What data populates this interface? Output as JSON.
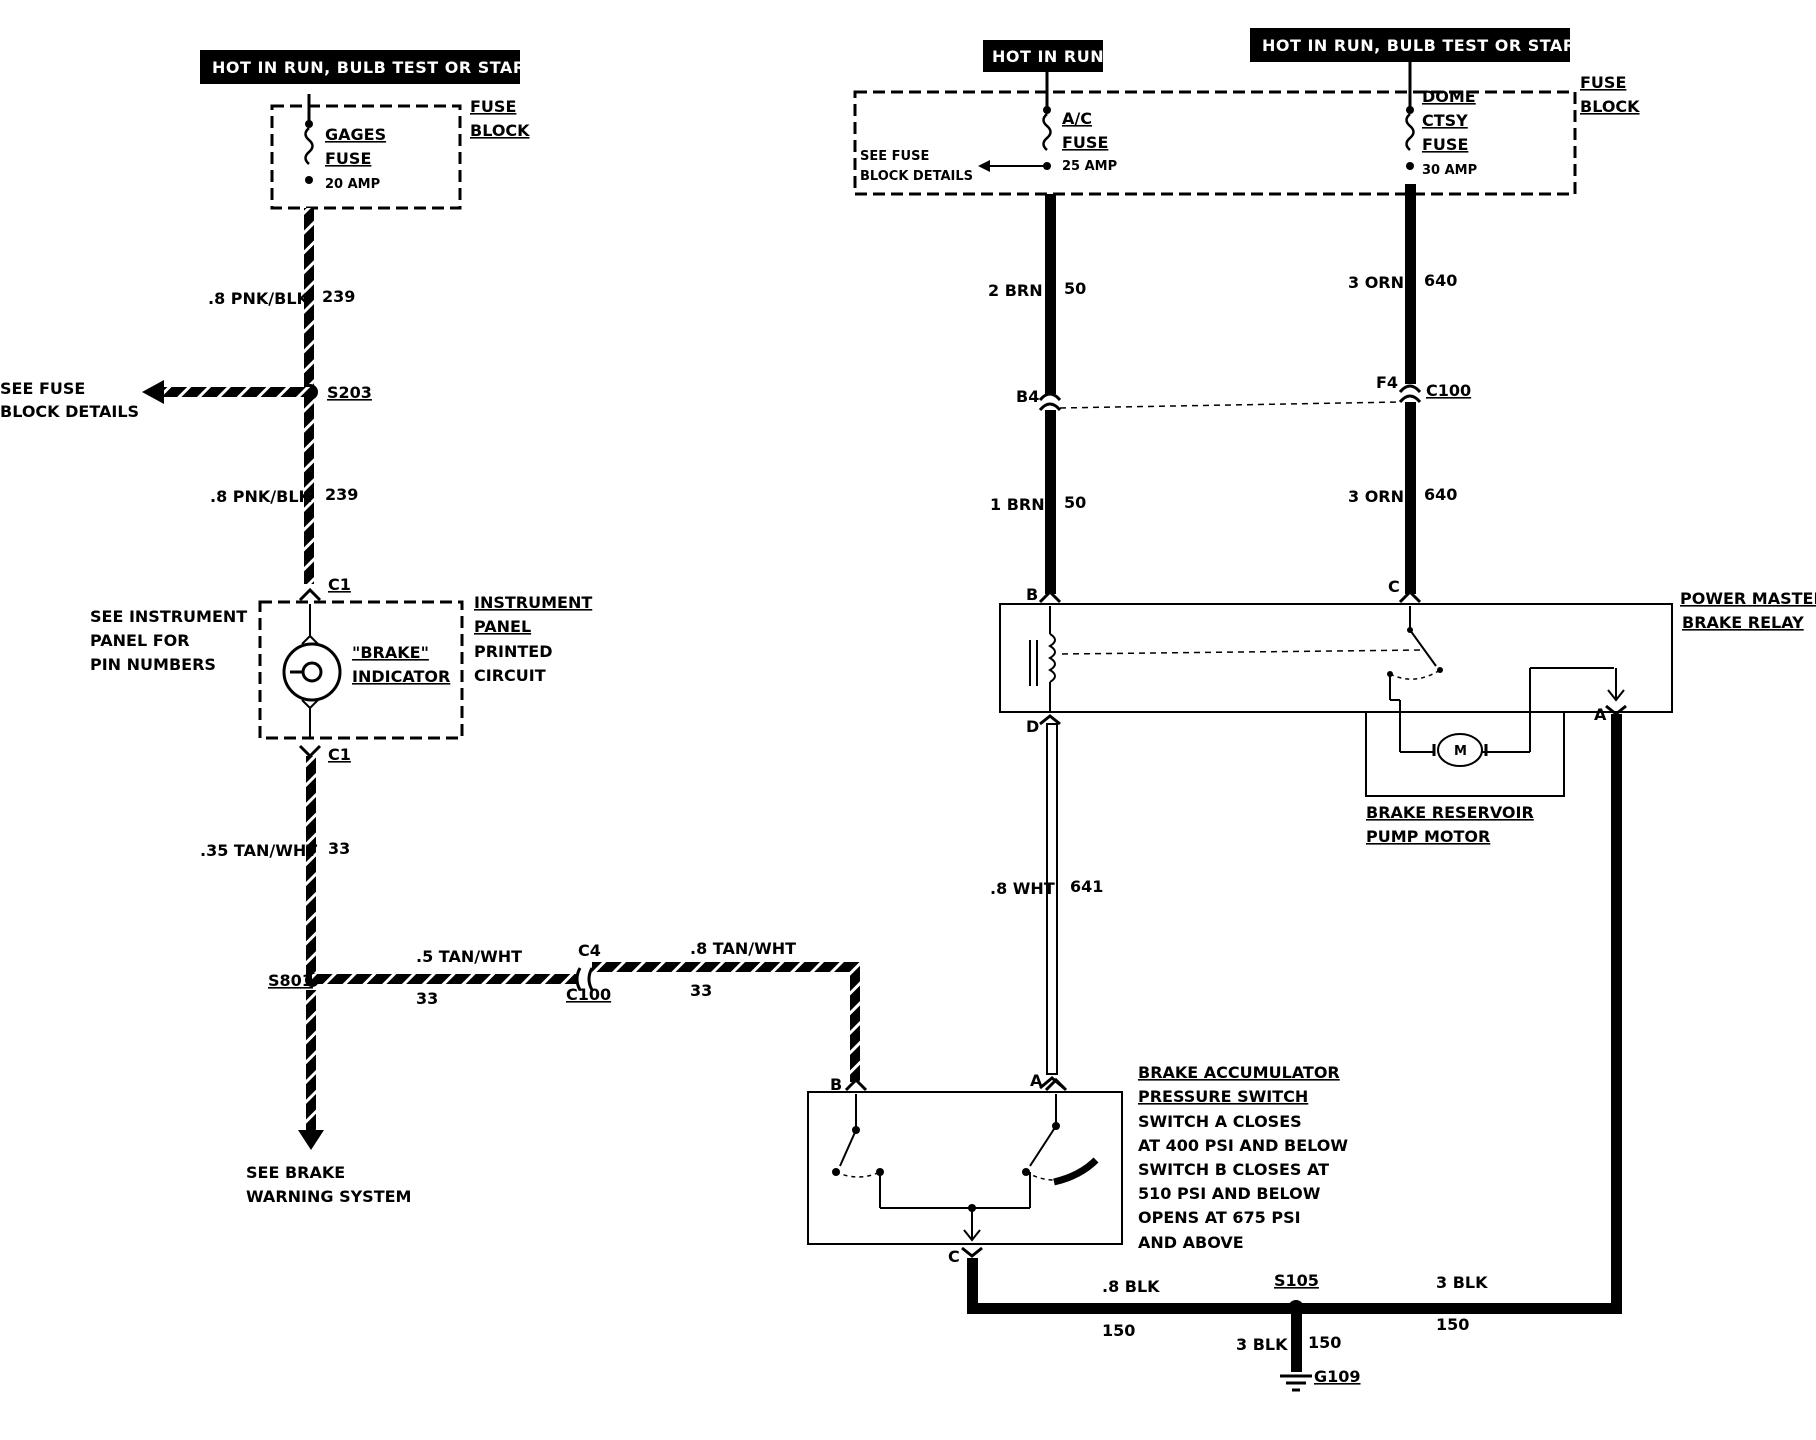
{
  "headers": {
    "left": "HOT IN RUN, BULB TEST OR START",
    "mid": "HOT IN RUN",
    "right": "HOT IN RUN, BULB TEST OR START"
  },
  "left_fuse_block": {
    "name": "GAGES",
    "fuse": "FUSE",
    "amp": "20 AMP",
    "block_l1": "FUSE",
    "block_l2": "BLOCK"
  },
  "right_fuse_block": {
    "block_l1": "FUSE",
    "block_l2": "BLOCK",
    "see_l1": "SEE FUSE",
    "see_l2": "BLOCK DETAILS",
    "ac_l1": "A/C",
    "ac_l2": "FUSE",
    "ac_amp": "25 AMP",
    "dome_l1": "DOME",
    "dome_l2": "CTSY",
    "dome_l3": "FUSE",
    "dome_amp": "30 AMP"
  },
  "wires": {
    "w239a_gauge": ".8 PNK/BLK",
    "w239a_num": "239",
    "w239b_gauge": ".8 PNK/BLK",
    "w239b_num": "239",
    "w33_gauge": ".35 TAN/WHT",
    "w33_num": "33",
    "w33h1_gauge": ".5 TAN/WHT",
    "w33h1_num": "33",
    "w33h2_gauge": ".8 TAN/WHT",
    "w33h2_num": "33",
    "w50a_gauge": "2 BRN",
    "w50a_num": "50",
    "w50b_gauge": "1 BRN",
    "w50b_num": "50",
    "w640a_gauge": "3 ORN",
    "w640a_num": "640",
    "w640b_gauge": "3 ORN",
    "w640b_num": "640",
    "w641_gauge": ".8 WHT",
    "w641_num": "641",
    "w150a_gauge": ".8 BLK",
    "w150a_num": "150",
    "w150b_gauge": "3 BLK",
    "w150b_num": "150",
    "w150c_gauge": "3 BLK",
    "w150c_num": "150"
  },
  "splices": {
    "s203": "S203",
    "s801": "S801",
    "s105": "S105",
    "g109": "G109"
  },
  "connectors": {
    "c1_top": "C1",
    "c1_bot": "C1",
    "c4": "C4",
    "c100_h": "C100",
    "b4": "B4",
    "f4": "F4",
    "c100_v": "C100",
    "relay_b": "B",
    "relay_c": "C",
    "relay_d": "D",
    "relay_a": "A",
    "sw_b": "B",
    "sw_a": "A",
    "sw_c": "C"
  },
  "see_fuse_left": {
    "l1": "SEE FUSE",
    "l2": "BLOCK DETAILS"
  },
  "see_instrument": {
    "l1": "SEE INSTRUMENT",
    "l2": "PANEL FOR",
    "l3": "PIN NUMBERS"
  },
  "brake_indicator": {
    "l1": "\"BRAKE\"",
    "l2": "INDICATOR"
  },
  "ipc": {
    "l1": "INSTRUMENT",
    "l2": "PANEL",
    "l3": "PRINTED",
    "l4": "CIRCUIT"
  },
  "see_brake": {
    "l1": "SEE BRAKE",
    "l2": "WARNING SYSTEM"
  },
  "relay": {
    "l1": "POWER MASTER",
    "l2": "BRAKE RELAY"
  },
  "pump": {
    "l1": "BRAKE RESERVOIR",
    "l2": "PUMP MOTOR",
    "motor": "M"
  },
  "switch": {
    "l1": "BRAKE ACCUMULATOR",
    "l2": "PRESSURE SWITCH",
    "l3": "SWITCH A CLOSES",
    "l4": "AT 400 PSI AND BELOW",
    "l5": "SWITCH B CLOSES AT",
    "l6": "510 PSI AND BELOW",
    "l7": "OPENS AT 675 PSI",
    "l8": "AND ABOVE"
  }
}
